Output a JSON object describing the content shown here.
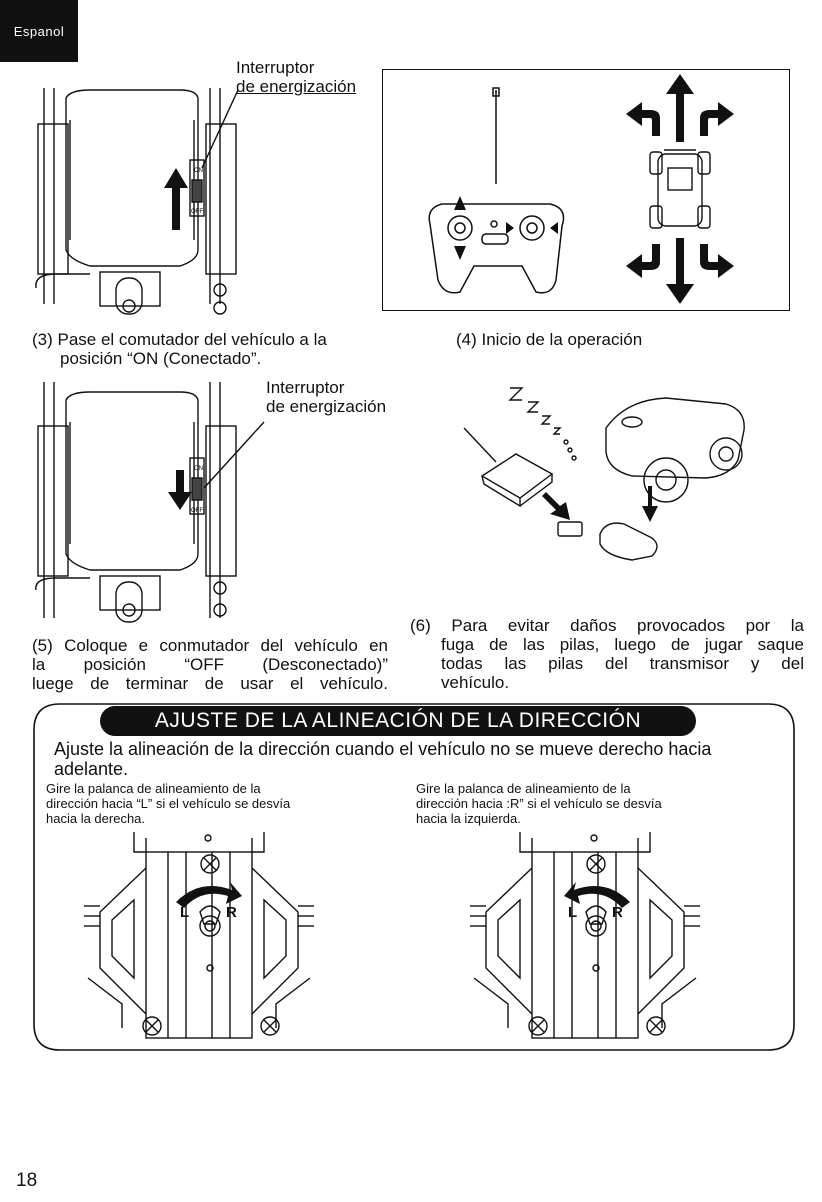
{
  "header": {
    "language_tab": "Espanol"
  },
  "step3": {
    "switch_label_line1": "Interruptor",
    "switch_label_line2": "de energización",
    "caption_line1": "(3) Pase el comutador del  vehículo a la",
    "caption_line2": "posición “ON (Conectado”.",
    "switch_on": "ON",
    "switch_off": "OFF"
  },
  "step4": {
    "caption": "(4)  Inicio de la operación"
  },
  "step5": {
    "switch_label_line1": "Interruptor",
    "switch_label_line2": "de energización",
    "caption_line1": "(5)  Coloque e conmutador del vehículo en",
    "caption_line2": "la  posición  “OFF  (Desconectado)”",
    "caption_line3": "luege de terminar de usar el vehículo.",
    "switch_on": "ON",
    "switch_off": "OFF"
  },
  "step6": {
    "caption_line1": "(6) Para  evitar  daños  provocados  por  la",
    "caption_line2": "fuga de las pilas, luego de jugar saque",
    "caption_line3": "todas  las  pilas  del  transmisor  y  del",
    "caption_line4": "vehículo."
  },
  "alignment": {
    "banner_title": "AJUSTE DE LA ALINEACIÓN DE LA DIRECCIÓN",
    "intro_line1": "Ajuste la alineación de la dirección cuando el vehículo no se mueve derecho hacia",
    "intro_line2": "adelante.",
    "left": {
      "line1": "Gire la palanca de alineamiento de la",
      "line2": "dirección hacia “L” si el vehículo se desvía",
      "line3": "hacia la derecha.",
      "mark_l": "L",
      "mark_r": "R"
    },
    "right": {
      "line1": "Gire la palanca de alineamiento de la",
      "line2": "dirección hacia :R” si el vehículo se desvía",
      "line3": "hacia la izquierda.",
      "mark_l": "L",
      "mark_r": "R"
    }
  },
  "footer": {
    "page_number": "18"
  }
}
